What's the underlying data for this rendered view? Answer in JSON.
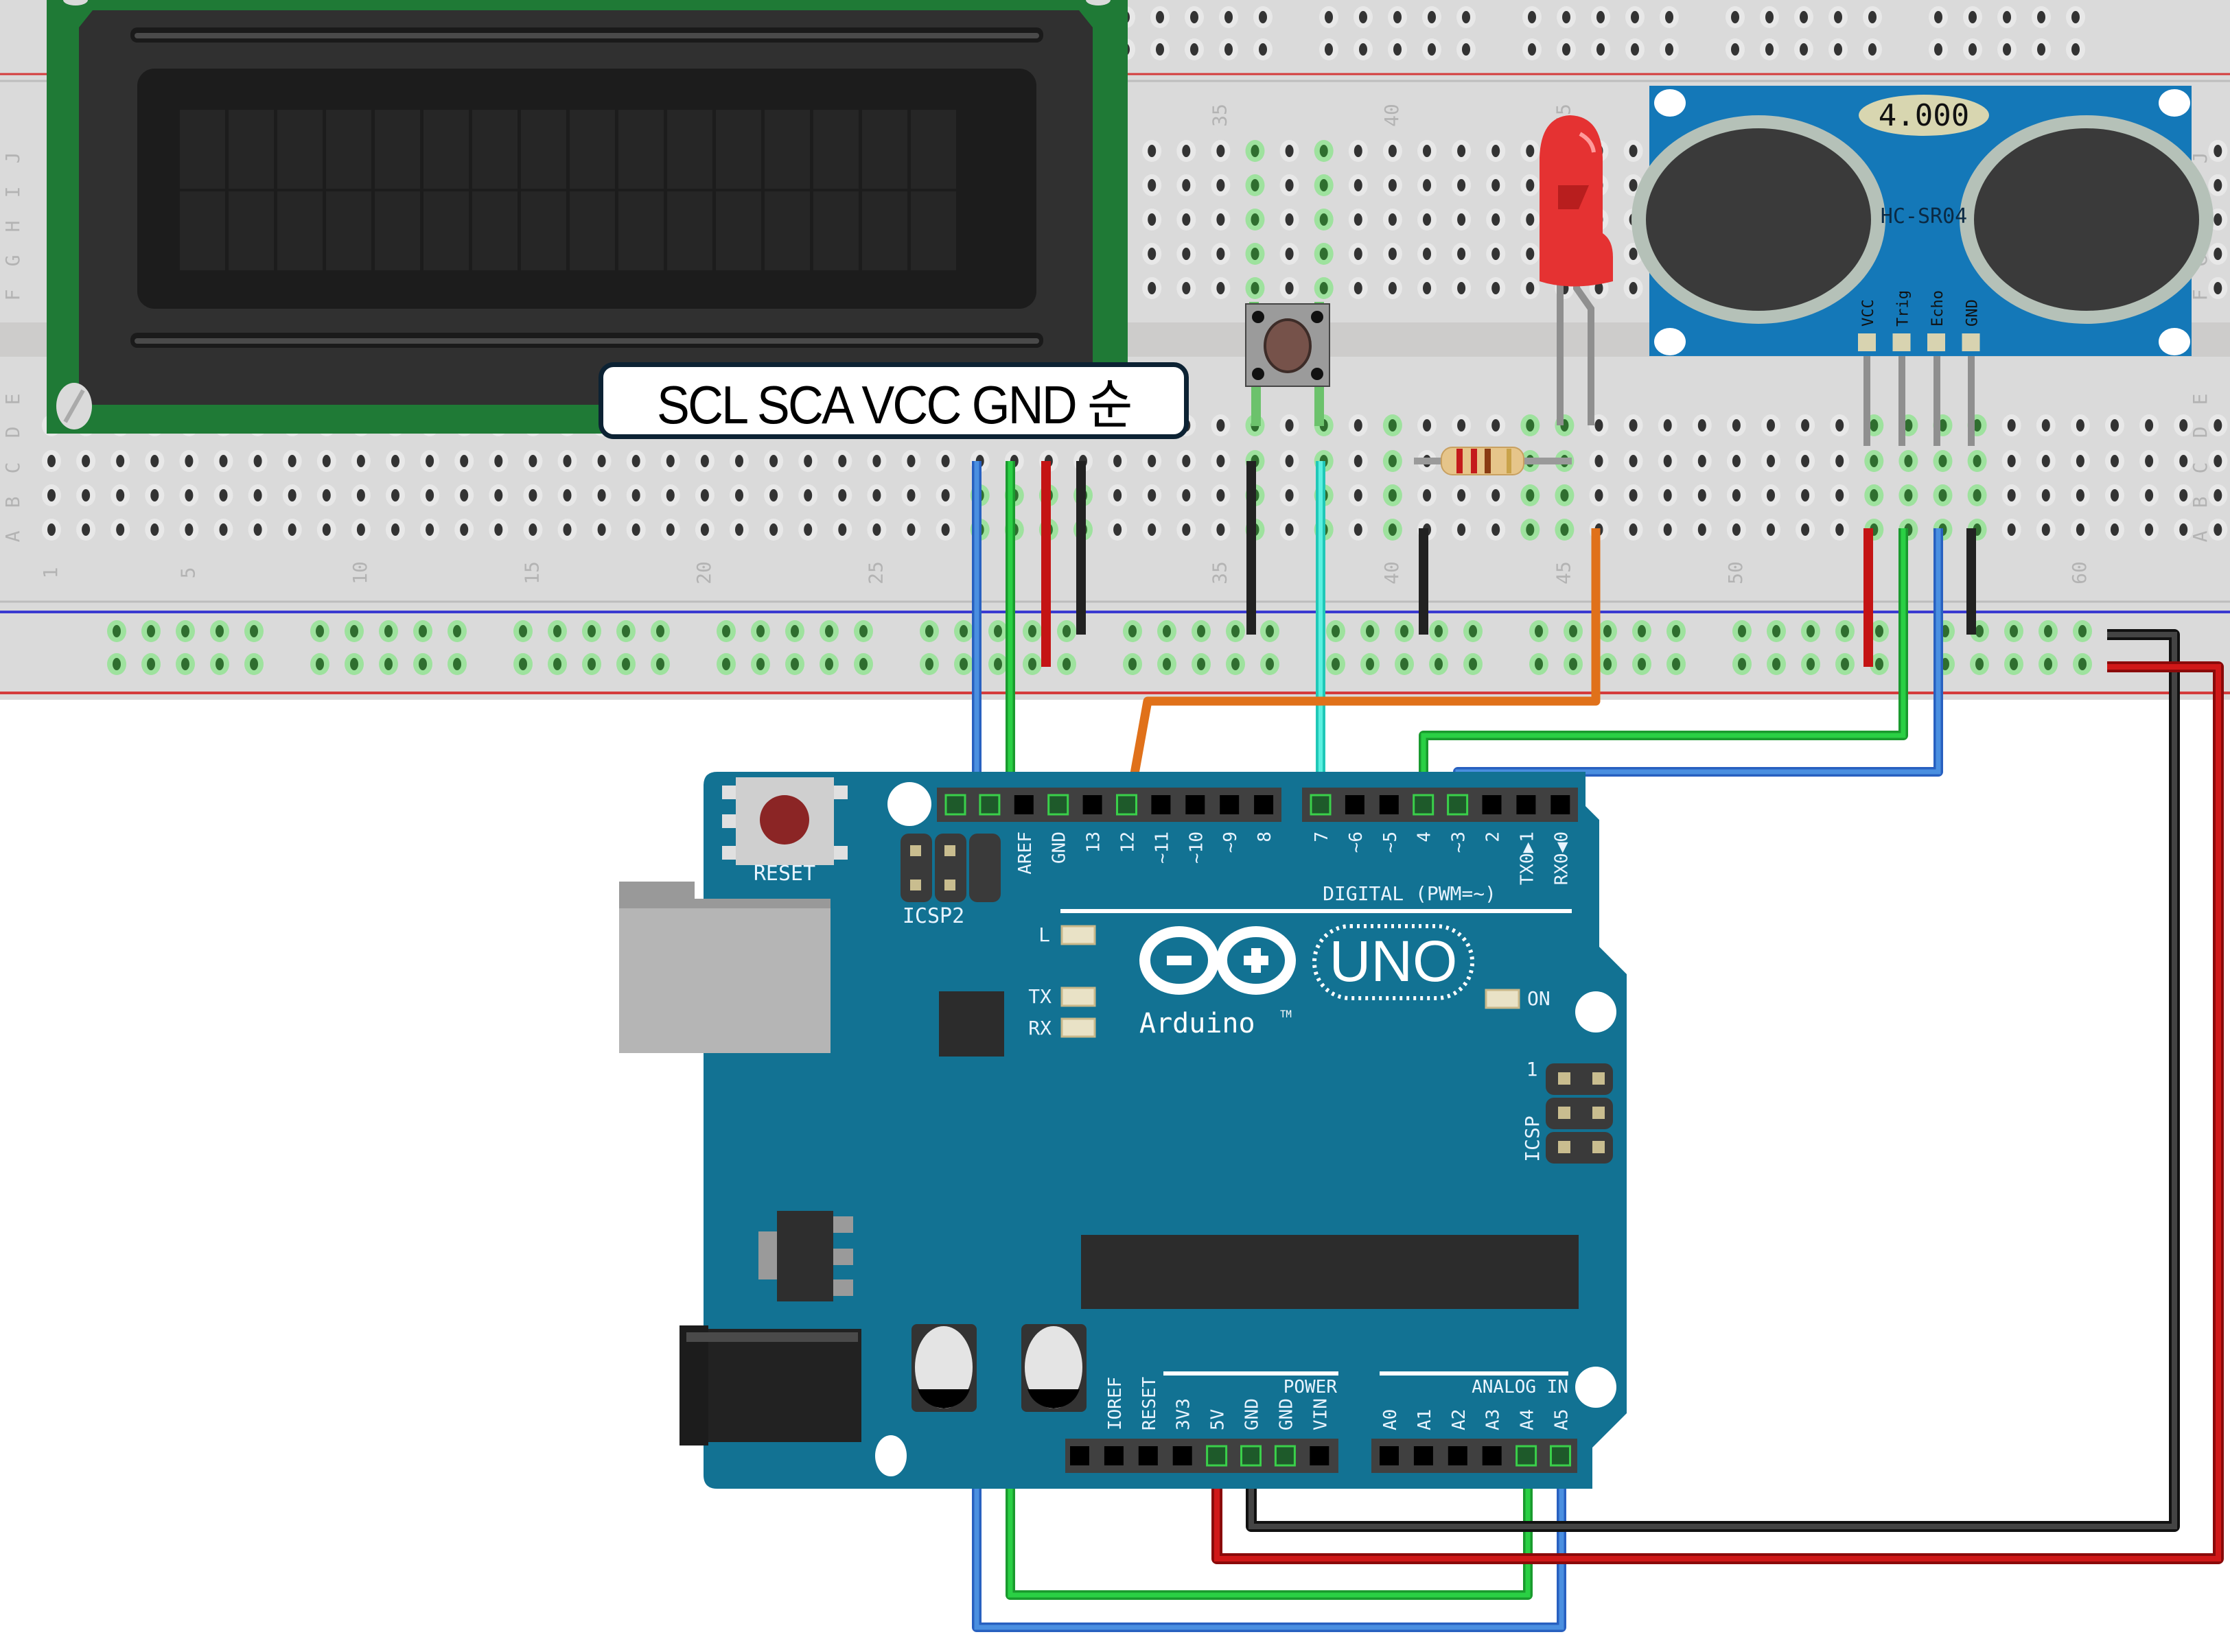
{
  "diagram": {
    "type": "fritzing-breadboard",
    "annotation": "SCL SCA VCC GND 순",
    "colors": {
      "breadboard": "#d9d9d9",
      "arduino_pcb": "#127293",
      "lcd_pcb": "#1f7a36",
      "sensor_pcb": "#1478b8",
      "wire_red": "#cc1414",
      "wire_black": "#333333",
      "wire_green": "#22c03a",
      "wire_blue": "#3a86d6",
      "wire_cyan": "#33e0d0",
      "wire_orange": "#e0711a",
      "rail_red_line": "#d43c3c",
      "rail_blue_line": "#3a3ad0"
    },
    "breadboard": {
      "row_letters_top": [
        "J",
        "I",
        "H",
        "G",
        "F"
      ],
      "row_letters_bottom": [
        "E",
        "D",
        "C",
        "B",
        "A"
      ],
      "column_numbers": [
        "1",
        "5",
        "10",
        "15",
        "20",
        "25",
        "35",
        "40",
        "45",
        "50",
        "60"
      ]
    },
    "lcd": {
      "name": "16x2 LCD",
      "columns": 16,
      "rows": 2
    },
    "sensor": {
      "model": "HC-SR04",
      "crystal_label": "4.000",
      "pins": [
        "VCC",
        "Trig",
        "Echo",
        "GND"
      ]
    },
    "led": {
      "color": "red"
    },
    "pushbutton": {
      "name": "tactile button"
    },
    "resistor": {
      "bands": [
        "red",
        "red",
        "brown",
        "gold"
      ]
    },
    "arduino": {
      "brand": "Arduino",
      "trademark": "TM",
      "model": "UNO",
      "reset_label": "RESET",
      "icsp2_label": "ICSP2",
      "icsp_label": "ICSP",
      "icsp_pin1": "1",
      "digital_label": "DIGITAL (PWM=~)",
      "power_label": "POWER",
      "analog_label": "ANALOG IN",
      "led_labels": {
        "l": "L",
        "tx": "TX",
        "rx": "RX",
        "on": "ON"
      },
      "digital_pins_left": [
        "AREF",
        "GND",
        "13",
        "12",
        "~11",
        "~10",
        "~9",
        "8"
      ],
      "digital_pins_right": [
        "7",
        "~6",
        "~5",
        "4",
        "~3",
        "2",
        "TX0▶1",
        "RX0◀0"
      ],
      "power_pins": [
        "IOREF",
        "RESET",
        "3V3",
        "5V",
        "GND",
        "GND",
        "VIN"
      ],
      "analog_pins": [
        "A0",
        "A1",
        "A2",
        "A3",
        "A4",
        "A5"
      ]
    },
    "connections": [
      {
        "from": "LCD SCL",
        "to": "A5",
        "color": "blue"
      },
      {
        "from": "LCD SDA",
        "to": "A4",
        "color": "green"
      },
      {
        "from": "LCD VCC",
        "to": "+ rail",
        "color": "red"
      },
      {
        "from": "LCD GND",
        "to": "- rail",
        "color": "black"
      },
      {
        "from": "Button",
        "to": "- rail",
        "color": "black"
      },
      {
        "from": "Button",
        "to": "D7",
        "color": "cyan"
      },
      {
        "from": "Resistor",
        "to": "- rail",
        "color": "black"
      },
      {
        "from": "LED",
        "to": "D12",
        "color": "orange"
      },
      {
        "from": "HC-SR04 VCC",
        "to": "+ rail",
        "color": "red"
      },
      {
        "from": "HC-SR04 Trig",
        "to": "D4",
        "color": "green"
      },
      {
        "from": "HC-SR04 Echo",
        "to": "D3",
        "color": "blue"
      },
      {
        "from": "HC-SR04 GND",
        "to": "- rail",
        "color": "black"
      },
      {
        "from": "- rail",
        "to": "Arduino GND",
        "color": "black"
      },
      {
        "from": "+ rail",
        "to": "Arduino 5V",
        "color": "red"
      }
    ]
  }
}
